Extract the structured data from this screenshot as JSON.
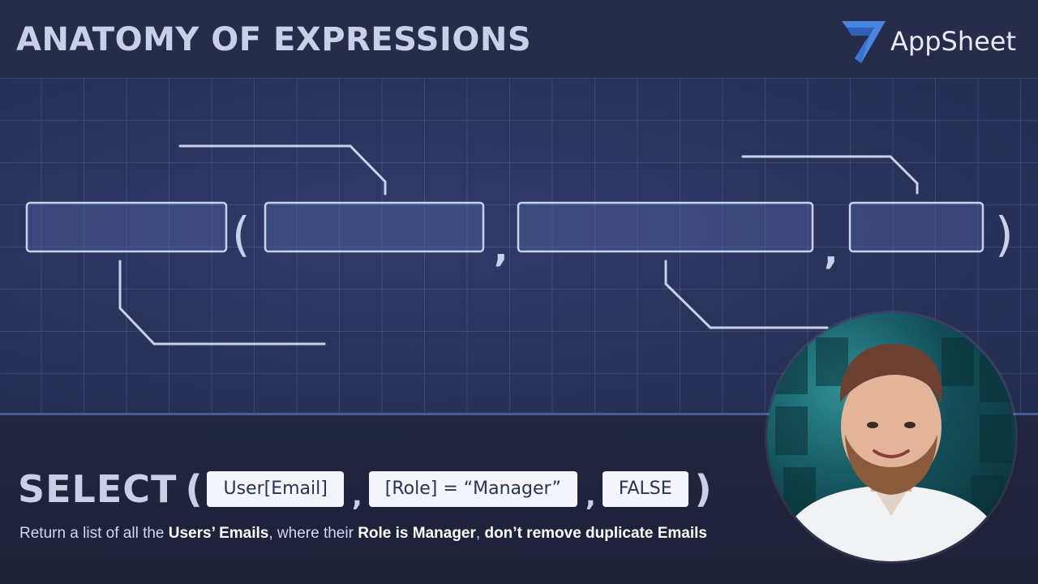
{
  "header": {
    "title": "ANATOMY OF EXPRESSIONS",
    "brand": "AppSheet",
    "brand_icon": "appsheet-logo-icon"
  },
  "diagram": {
    "open_paren": "(",
    "close_paren": ")",
    "separator": ","
  },
  "expression": {
    "function": "SELECT",
    "open_paren": "(",
    "close_paren": ")",
    "separator": ",",
    "args": [
      "User[Email]",
      "[Role] = “Manager”",
      "FALSE"
    ]
  },
  "description": {
    "t1": "Return a list of all the ",
    "b1": "Users’ Emails",
    "t2": ", where their ",
    "b2": "Role is Manager",
    "t3": ", ",
    "b3": "don’t remove duplicate Emails"
  },
  "presenter": {
    "icon": "presenter-avatar-icon"
  },
  "colors": {
    "background": "#242a48",
    "grid": "#2d3560",
    "title": "#c9cfe6",
    "pill": "#f3f5fb"
  }
}
